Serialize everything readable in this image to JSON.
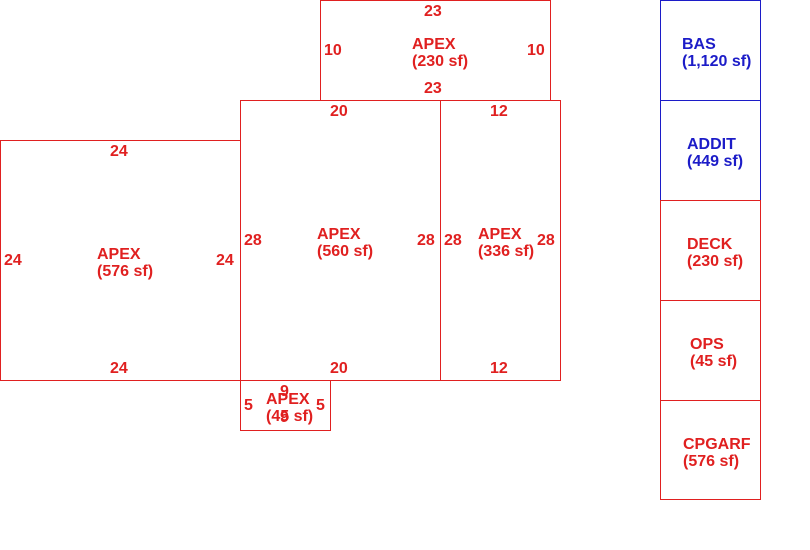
{
  "sketch": {
    "areas": [
      {
        "name": "APEX",
        "area": "(230 sf)",
        "dims": {
          "top": "23",
          "bottom": "23",
          "left": "10",
          "right": "10"
        }
      },
      {
        "name": "APEX",
        "area": "(560 sf)",
        "dims": {
          "top": "20",
          "bottom": "20",
          "left": "28",
          "right": "28"
        }
      },
      {
        "name": "APEX",
        "area": "(336 sf)",
        "dims": {
          "top": "12",
          "bottom": "12",
          "left": "28",
          "right": "28"
        }
      },
      {
        "name": "APEX",
        "area": "(576 sf)",
        "dims": {
          "top": "24",
          "bottom": "24",
          "left": "24",
          "right": "24"
        }
      },
      {
        "name": "APEX",
        "area": "(45 sf)",
        "dims": {
          "top": "9",
          "bottom": "9",
          "left": "5",
          "right": "5"
        }
      }
    ]
  },
  "legend": {
    "items": [
      {
        "name": "BAS",
        "area": "(1,120 sf)",
        "color": "#1c1cc8"
      },
      {
        "name": "ADDIT",
        "area": "(449 sf)",
        "color": "#1c1cc8"
      },
      {
        "name": "DECK",
        "area": "(230 sf)",
        "color": "#e02020"
      },
      {
        "name": "OPS",
        "area": "(45 sf)",
        "color": "#e02020"
      },
      {
        "name": "CPGARF",
        "area": "(576 sf)",
        "color": "#e02020"
      }
    ]
  },
  "colors": {
    "red": "#e02020",
    "blue": "#1c1cc8"
  }
}
